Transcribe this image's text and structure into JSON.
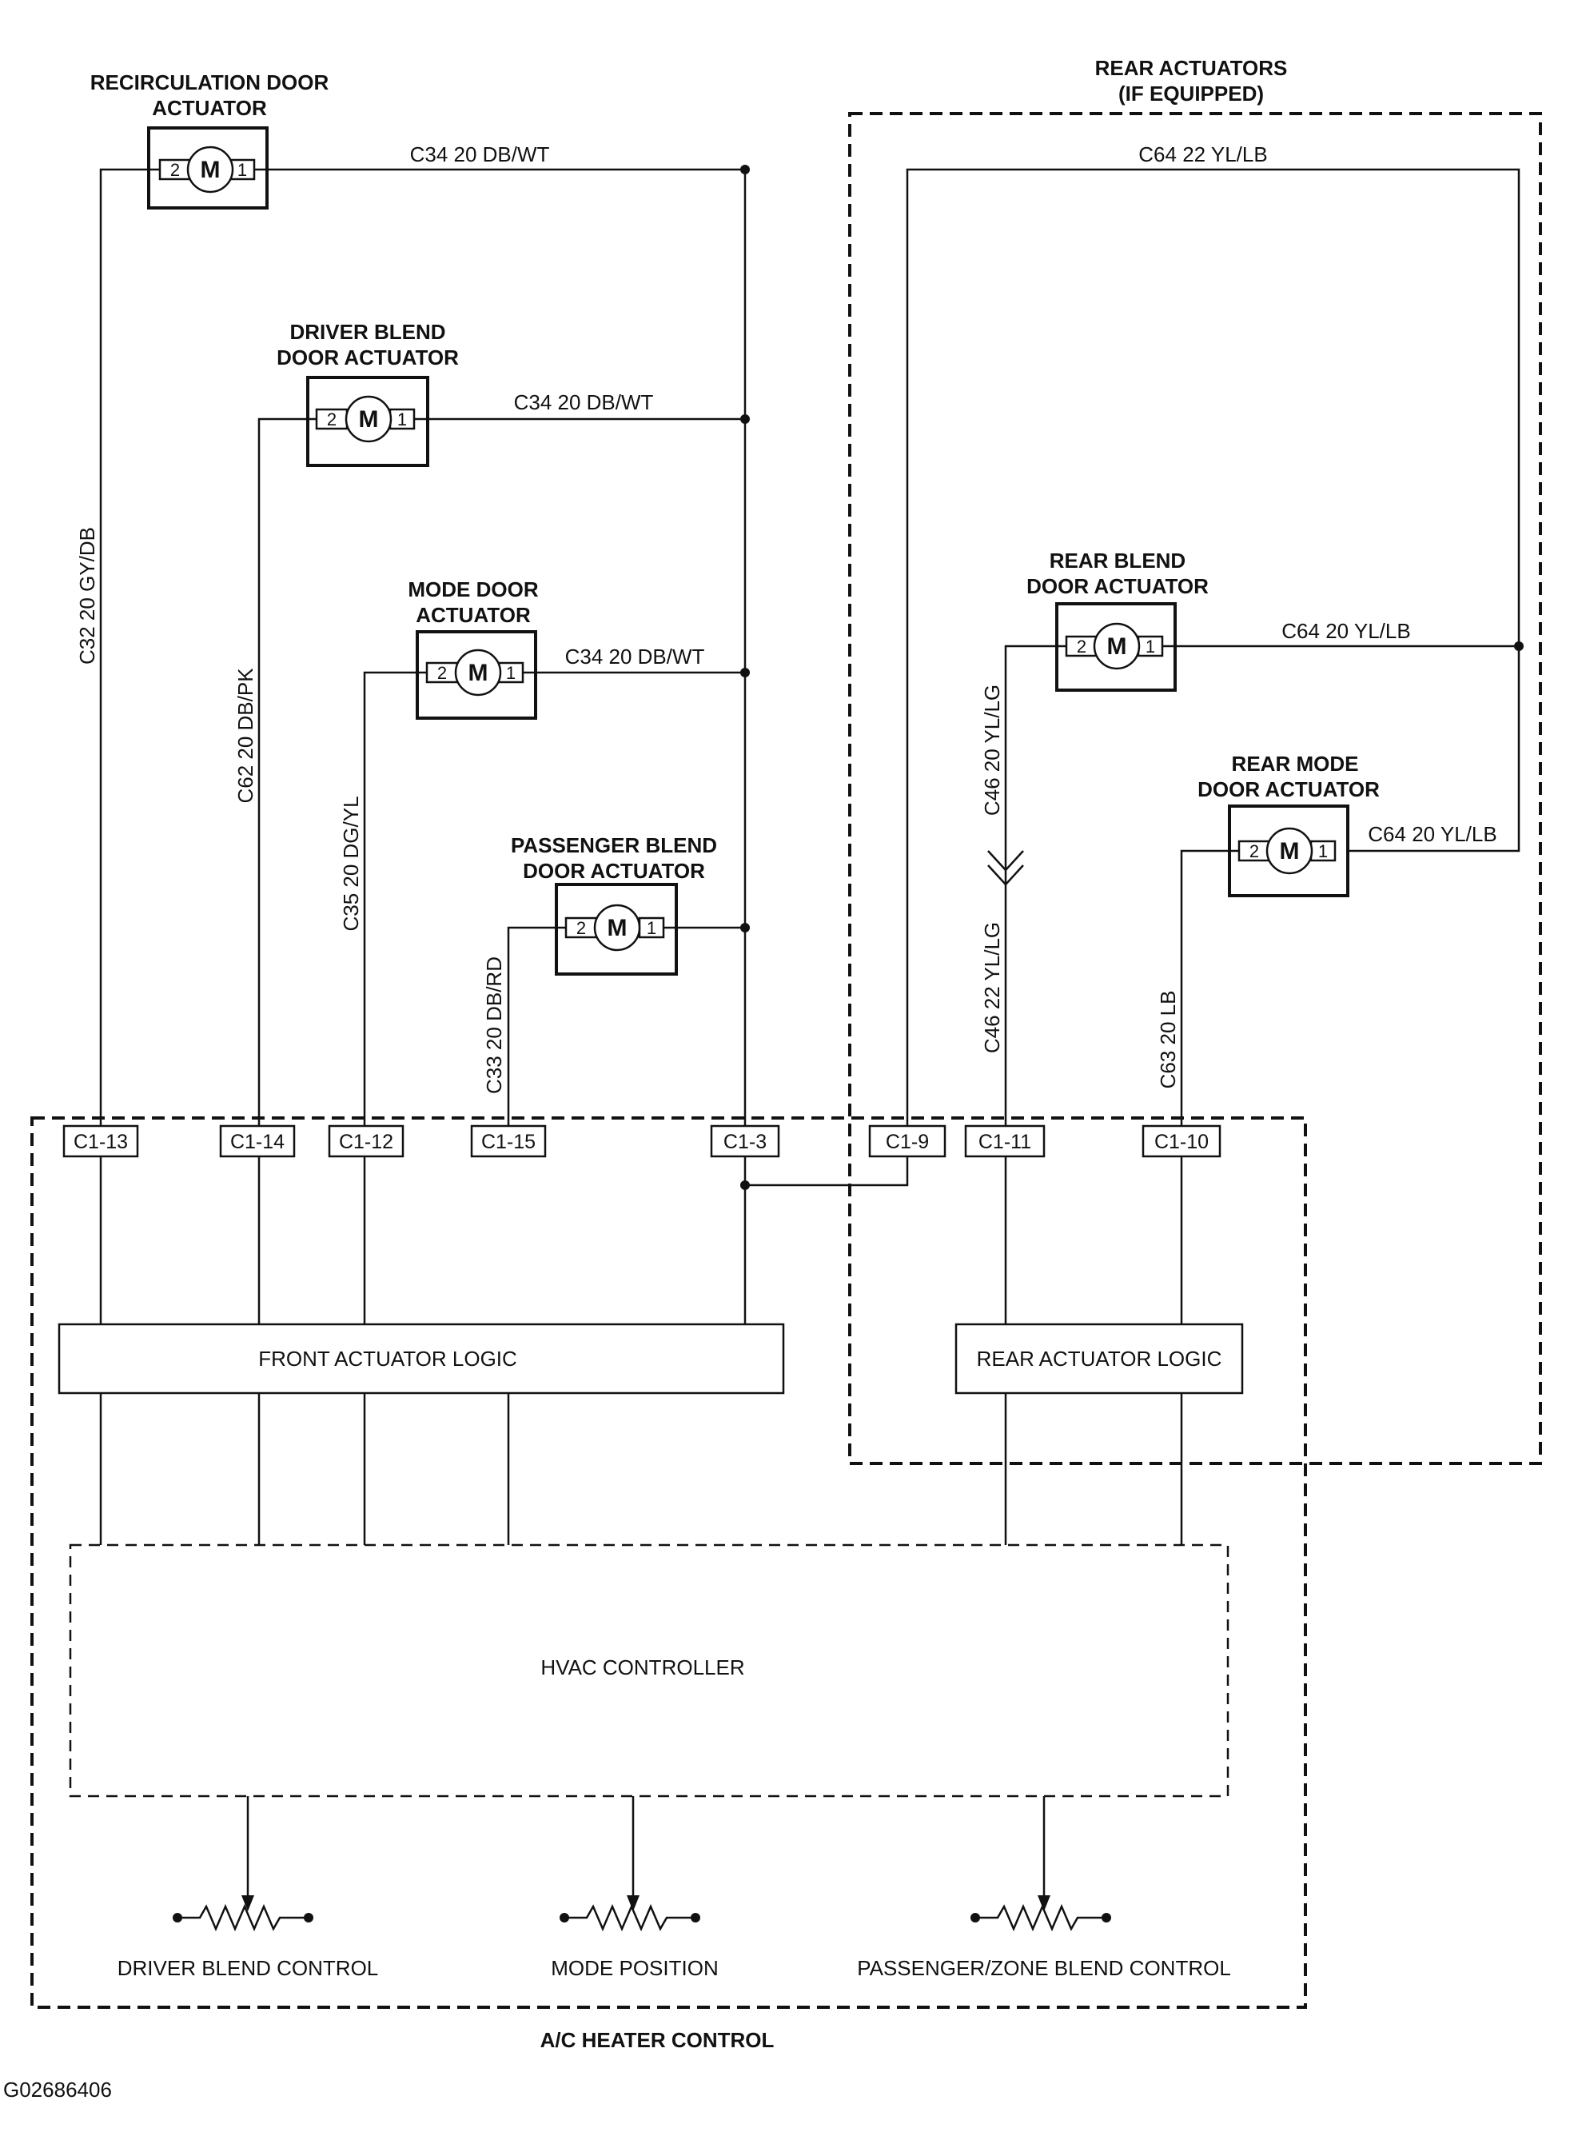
{
  "diagram_id": "G02686406",
  "main_label": "A/C HEATER CONTROL",
  "rear_group": {
    "line1": "REAR ACTUATORS",
    "line2": "(IF EQUIPPED)"
  },
  "actuators": {
    "recirculation": {
      "line1": "RECIRCULATION DOOR",
      "line2": "ACTUATOR"
    },
    "driver_blend": {
      "line1": "DRIVER BLEND",
      "line2": "DOOR ACTUATOR"
    },
    "mode_door": {
      "line1": "MODE DOOR",
      "line2": "ACTUATOR"
    },
    "passenger_blend": {
      "line1": "PASSENGER BLEND",
      "line2": "DOOR ACTUATOR"
    },
    "rear_blend": {
      "line1": "REAR BLEND",
      "line2": "DOOR ACTUATOR"
    },
    "rear_mode": {
      "line1": "REAR MODE",
      "line2": "DOOR ACTUATOR"
    },
    "motor_symbol": "M",
    "pin_left": "2",
    "pin_right": "1"
  },
  "wires": {
    "c34_recirc": "C34 20 DB/WT",
    "c34_driver": "C34 20 DB/WT",
    "c34_mode": "C34 20 DB/WT",
    "c64_top": "C64 22 YL/LB",
    "c64_rear_blend": "C64 20 YL/LB",
    "c64_rear_mode": "C64 20 YL/LB",
    "c32": "C32 20 GY/DB",
    "c62": "C62 20 DB/PK",
    "c35": "C35 20 DG/YL",
    "c33": "C33 20 DB/RD",
    "c46_upper": "C46 20 YL/LG",
    "c46_lower": "C46 22 YL/LG",
    "c63": "C63 20 LB"
  },
  "connectors": {
    "c1_13": "C1-13",
    "c1_14": "C1-14",
    "c1_12": "C1-12",
    "c1_15": "C1-15",
    "c1_3": "C1-3",
    "c1_9": "C1-9",
    "c1_11": "C1-11",
    "c1_10": "C1-10"
  },
  "modules": {
    "front_logic": "FRONT ACTUATOR LOGIC",
    "rear_logic": "REAR ACTUATOR LOGIC",
    "hvac_controller": "HVAC CONTROLLER"
  },
  "controls": {
    "driver_blend": "DRIVER BLEND CONTROL",
    "mode_position": "MODE POSITION",
    "passenger_zone": "PASSENGER/ZONE BLEND CONTROL"
  }
}
